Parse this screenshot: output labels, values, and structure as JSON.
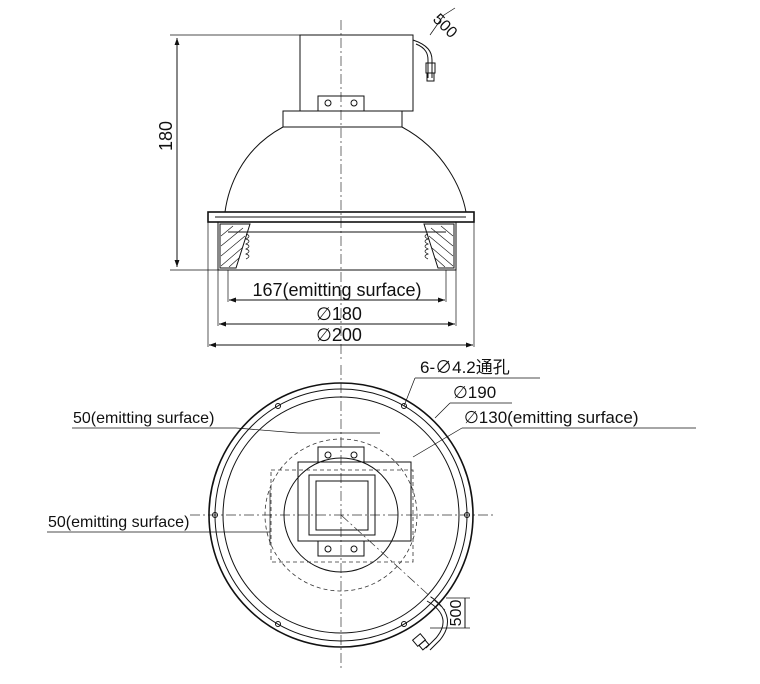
{
  "drawing": {
    "side_view": {
      "cable_length": "500",
      "height": "180",
      "emitting_width": "167(emitting surface)",
      "inner_diameter": "∅180",
      "outer_diameter": "∅200"
    },
    "top_view": {
      "holes": "6-∅4.2通孔",
      "bolt_circle": "∅190",
      "emitting_diameter": "∅130(emitting surface)",
      "emitting_height": "50(emitting surface)",
      "emitting_width": "50(emitting surface)",
      "cable_length": "500"
    }
  }
}
